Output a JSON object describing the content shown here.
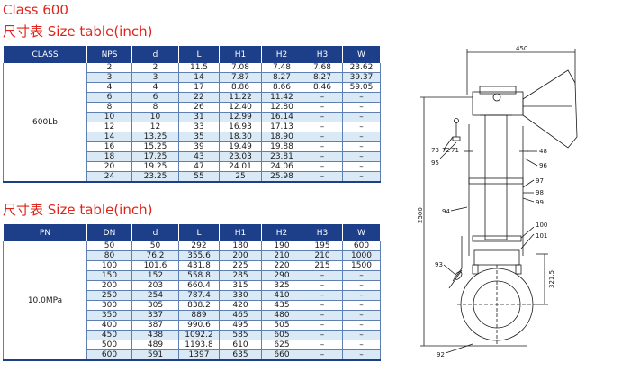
{
  "headings": {
    "class": "Class 600",
    "size_table_1": "尺寸表 Size table(inch)",
    "size_table_2": "尺寸表 Size table(inch)"
  },
  "colors": {
    "heading": "#e0241b",
    "header_bg": "#1d3f8a",
    "row_alt": "#d9eaf6"
  },
  "table1": {
    "headers": [
      "CLASS",
      "NPS",
      "d",
      "L",
      "H1",
      "H2",
      "H3",
      "W"
    ],
    "group_label": "600Lb",
    "rows": [
      [
        "2",
        "2",
        "11.5",
        "7.08",
        "7.48",
        "7.68",
        "23.62"
      ],
      [
        "3",
        "3",
        "14",
        "7.87",
        "8.27",
        "8.27",
        "39.37"
      ],
      [
        "4",
        "4",
        "17",
        "8.86",
        "8.66",
        "8.46",
        "59.05"
      ],
      [
        "6",
        "6",
        "22",
        "11.22",
        "11.42",
        "–",
        "–"
      ],
      [
        "8",
        "8",
        "26",
        "12.40",
        "12.80",
        "–",
        "–"
      ],
      [
        "10",
        "10",
        "31",
        "12.99",
        "16.14",
        "–",
        "–"
      ],
      [
        "12",
        "12",
        "33",
        "16.93",
        "17.13",
        "–",
        "–"
      ],
      [
        "14",
        "13.25",
        "35",
        "18.30",
        "18.90",
        "–",
        "–"
      ],
      [
        "16",
        "15.25",
        "39",
        "19.49",
        "19.88",
        "–",
        "–"
      ],
      [
        "18",
        "17.25",
        "43",
        "23.03",
        "23.81",
        "–",
        "–"
      ],
      [
        "20",
        "19.25",
        "47",
        "24.01",
        "24.06",
        "–",
        "–"
      ],
      [
        "24",
        "23.25",
        "55",
        "25",
        "25.98",
        "–",
        "–"
      ]
    ]
  },
  "table2": {
    "headers": [
      "PN",
      "DN",
      "d",
      "L",
      "H1",
      "H2",
      "H3",
      "W"
    ],
    "group_label": "10.0MPa",
    "rows": [
      [
        "50",
        "50",
        "292",
        "180",
        "190",
        "195",
        "600"
      ],
      [
        "80",
        "76.2",
        "355.6",
        "200",
        "210",
        "210",
        "1000"
      ],
      [
        "100",
        "101.6",
        "431.8",
        "225",
        "220",
        "215",
        "1500"
      ],
      [
        "150",
        "152",
        "558.8",
        "285",
        "290",
        "–",
        "–"
      ],
      [
        "200",
        "203",
        "660.4",
        "315",
        "325",
        "–",
        "–"
      ],
      [
        "250",
        "254",
        "787.4",
        "330",
        "410",
        "–",
        "–"
      ],
      [
        "300",
        "305",
        "838.2",
        "420",
        "435",
        "–",
        "–"
      ],
      [
        "350",
        "337",
        "889",
        "465",
        "480",
        "–",
        "–"
      ],
      [
        "400",
        "387",
        "990.6",
        "495",
        "505",
        "–",
        "–"
      ],
      [
        "450",
        "438",
        "1092.2",
        "585",
        "605",
        "–",
        "–"
      ],
      [
        "500",
        "489",
        "1193.8",
        "610",
        "625",
        "–",
        "–"
      ],
      [
        "600",
        "591",
        "1397",
        "635",
        "660",
        "–",
        "–"
      ]
    ]
  },
  "drawing": {
    "dim_width": "450",
    "dim_height": "2500",
    "dim_lower": "321.5",
    "callouts": [
      "73",
      "72",
      "71",
      "95",
      "48",
      "96",
      "97",
      "98",
      "99",
      "94",
      "100",
      "101",
      "93",
      "92"
    ]
  }
}
